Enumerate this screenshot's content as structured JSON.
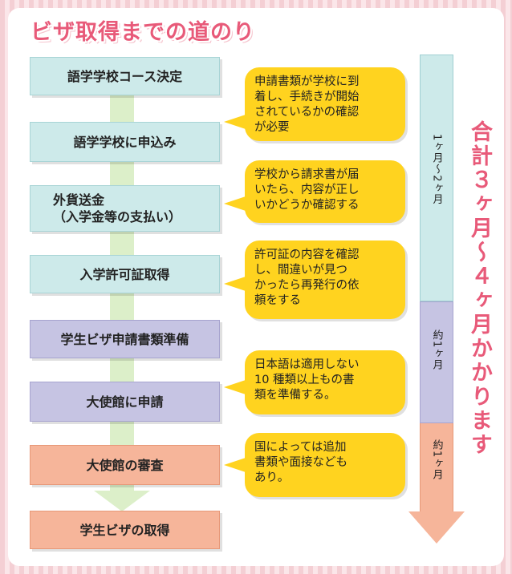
{
  "title": "ビザ取得までの道のり",
  "steps": [
    {
      "lines": [
        "語学学校コース決定"
      ],
      "color": "#cdeaea"
    },
    {
      "lines": [
        "語学学校に申込み"
      ],
      "color": "#cdeaea"
    },
    {
      "lines": [
        "外貨送金",
        "（入学金等の支払い）"
      ],
      "color": "#cdeaea"
    },
    {
      "lines": [
        "入学許可証取得"
      ],
      "color": "#cdeaea"
    },
    {
      "lines": [
        "学生ビザ申請書類準備"
      ],
      "color": "#c6c4e3"
    },
    {
      "lines": [
        "大使館に申請"
      ],
      "color": "#c6c4e3"
    },
    {
      "lines": [
        "大使館の審査"
      ],
      "color": "#f6b59a"
    },
    {
      "lines": [
        "学生ビザの取得"
      ],
      "color": "#f6b59a"
    }
  ],
  "notes": [
    "申請書類が学校に到\n着し、手続きが開始\nされているかの確認\nが必要",
    "学校から請求書が届\nいたら、内容が正し\nいかどうか確認する",
    "許可証の内容を確認\nし、間違いが見つ\nかったら再発行の依\n頼をする",
    "日本語は適用しない\n10 種類以上もの書\n類を準備する。",
    "国によっては追加\n書類や面接なども\nあり。"
  ],
  "timeline": [
    {
      "label": "1ヶ月〜2ヶ月",
      "color": "#cdeaea"
    },
    {
      "label": "約1ヶ月",
      "color": "#c6c4e3"
    },
    {
      "label": "約1ヶ月",
      "color": "#f6b59a"
    }
  ],
  "total": "合計３ヶ月〜４ヶ月かかります",
  "colors": {
    "title": "#e85a79",
    "note": "#ffd31f",
    "connector": "#dcefc9"
  }
}
